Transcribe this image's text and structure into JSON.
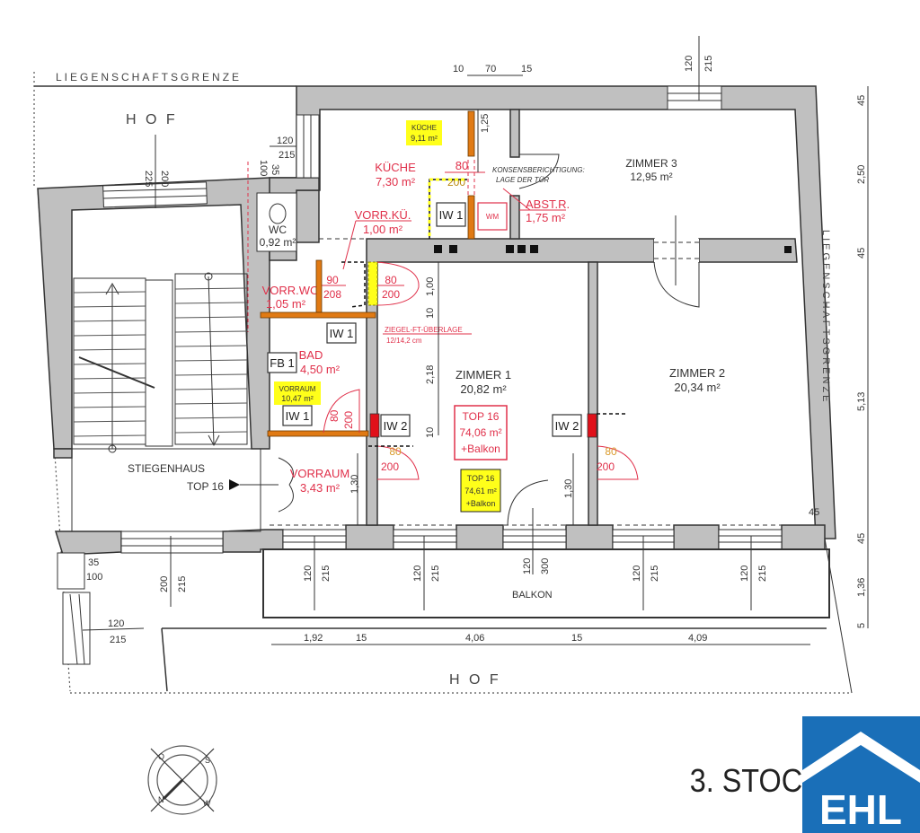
{
  "plan": {
    "floor_label": "3. STOC",
    "property_line_top": "LIEGENSCHAFTSGRENZE",
    "property_line_right": "LIEGENSCHAFTSGRENZE",
    "courtyard_top": "H O F",
    "courtyard_bottom": "H O F",
    "stairwell": "STIEGENHAUS",
    "entrance_marker": "TOP 16",
    "balcony": "BALKON",
    "door_note_line1": "KONSENSBERICHTIGUNG:",
    "door_note_line2": "LAGE DER TÜR",
    "lintel_note_line1": "ZIEGEL-FT-ÜBERLAGE",
    "lintel_note_line2": "12/14,2 cm"
  },
  "rooms": {
    "kueche": {
      "name": "KÜCHE",
      "area": "7,30 m²"
    },
    "kueche_hl": {
      "name": "KÜCHE",
      "area": "9,11 m²"
    },
    "zimmer3": {
      "name": "ZIMMER 3",
      "area": "12,95 m²"
    },
    "wc": {
      "name": "WC",
      "area": "0,92 m²"
    },
    "vorr_kue": {
      "name": "VORR.KÜ.",
      "area": "1,00 m²"
    },
    "abst_r": {
      "name": "ABST.R.",
      "area": "1,75 m²"
    },
    "vorr_wc": {
      "name": "VORR.WC",
      "area": "1,05 m²"
    },
    "bad": {
      "name": "BAD",
      "area": "4,50 m²"
    },
    "vorraum_hl": {
      "name": "VORRAUM",
      "area": "10,47 m²"
    },
    "vorraum": {
      "name": "VORRAUM",
      "area": "3,43 m²"
    },
    "zimmer1": {
      "name": "ZIMMER 1",
      "area": "20,82 m²"
    },
    "zimmer2": {
      "name": "ZIMMER 2",
      "area": "20,34 m²"
    }
  },
  "unit": {
    "red_box": {
      "title": "TOP 16",
      "area": "74,06 m²",
      "extra": "+Balkon"
    },
    "yellow_box": {
      "title": "TOP 16",
      "area": "74,61 m²",
      "extra": "+Balkon"
    }
  },
  "tags": {
    "iw1": "IW 1",
    "iw2": "IW 2",
    "fb1": "FB 1",
    "wm": "WM"
  },
  "doors": {
    "d80": "80",
    "d90": "90",
    "h200": "200",
    "h208": "208"
  },
  "dimensions": {
    "top_10": "10",
    "top_70": "70",
    "top_15": "15",
    "win_120": "120",
    "win_215": "215",
    "win_200": "200",
    "win_225": "225",
    "win_300": "300",
    "win_35": "35",
    "win_100": "100",
    "v_125": "1,25",
    "v_100": "1,00",
    "v_10": "10",
    "v_218": "2,18",
    "v_130": "1,30",
    "right_45": "45",
    "right_250": "2,50",
    "right_513": "5,13",
    "right_136": "1,36",
    "right_5": "5",
    "bottom_192": "1,92",
    "bottom_15": "15",
    "bottom_406": "4,06",
    "bottom_409": "4,09"
  },
  "compass": {
    "o": "O",
    "s": "S",
    "w": "W",
    "n": "N"
  },
  "logo": {
    "text": "EHL",
    "color": "#1a6fb8"
  },
  "colors": {
    "red_label": "#e0304a",
    "highlight": "#ffff1a",
    "wall": "#c0c0c0",
    "orange_wall": "#e07a14"
  }
}
